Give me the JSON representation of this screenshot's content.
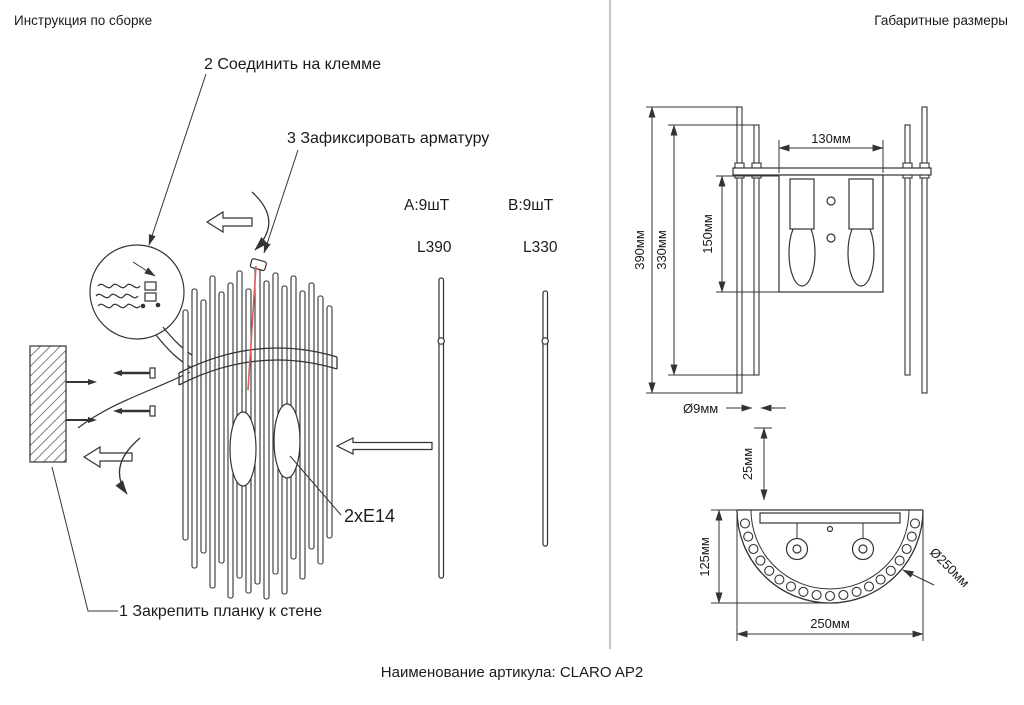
{
  "header": {
    "left_title": "Инструкция по сборке",
    "right_title": "Габаритные размеры"
  },
  "assembly": {
    "step1": "1 Закрепить планку к стене",
    "step2": "2 Соединить на клемме",
    "step3": "3 Зафиксировать арматуру",
    "socket_label": "2xE14",
    "parts": {
      "a_qty": "A:9шТ",
      "a_len": "L390",
      "b_qty": "B:9шТ",
      "b_len": "L330"
    }
  },
  "dimensions": {
    "front": {
      "width_top": "130мм",
      "body_height": "150мм",
      "rod_long": "390мм",
      "rod_short": "330мм",
      "rod_diameter": "Ø9мм",
      "depth_offset": "25мм"
    },
    "bottom": {
      "depth": "125мм",
      "width": "250мм",
      "diameter": "Ø250мм"
    }
  },
  "footer": {
    "article": "Наименование артикула: CLARO AP2"
  }
}
